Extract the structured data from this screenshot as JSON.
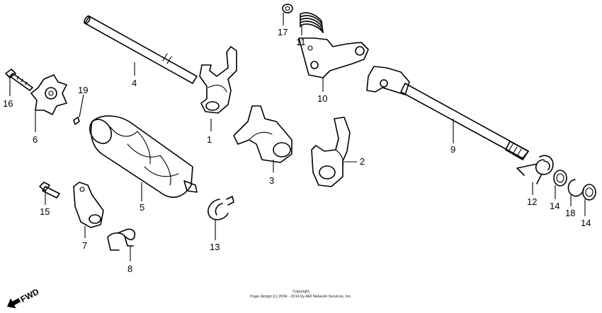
{
  "callouts": {
    "p1": "1",
    "p2": "2",
    "p3": "3",
    "p4": "4",
    "p5": "5",
    "p6": "6",
    "p7": "7",
    "p8": "8",
    "p9": "9",
    "p10": "10",
    "p11": "11",
    "p12": "12",
    "p13": "13",
    "p14a": "14",
    "p14b": "14",
    "p15": "15",
    "p16": "16",
    "p17": "17",
    "p18": "18",
    "p19": "19"
  },
  "direction": {
    "label": "FWD"
  },
  "footer": {
    "line1": "Copyright",
    "line2": "Page design (c) 2004 - 2014 by ARI Network Services, Inc."
  }
}
